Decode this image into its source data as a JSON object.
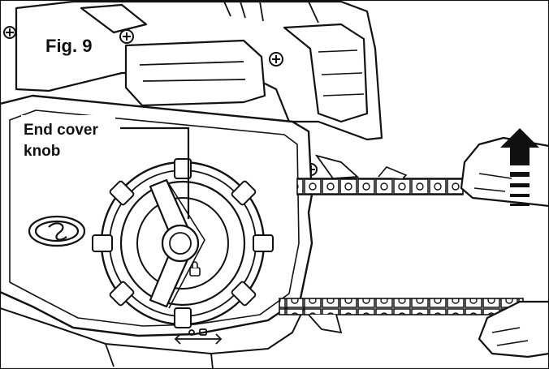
{
  "figure": {
    "label": "Fig. 9"
  },
  "callouts": [
    {
      "line1": "End cover",
      "line2": "knob"
    }
  ],
  "icons": {
    "brand_logo": "swirl-logo-icon",
    "lift_arrow": "arrow-up-icon",
    "lock_symbol": "padlock-icon",
    "direction_symbol": "bidirectional-arrow-icon"
  }
}
